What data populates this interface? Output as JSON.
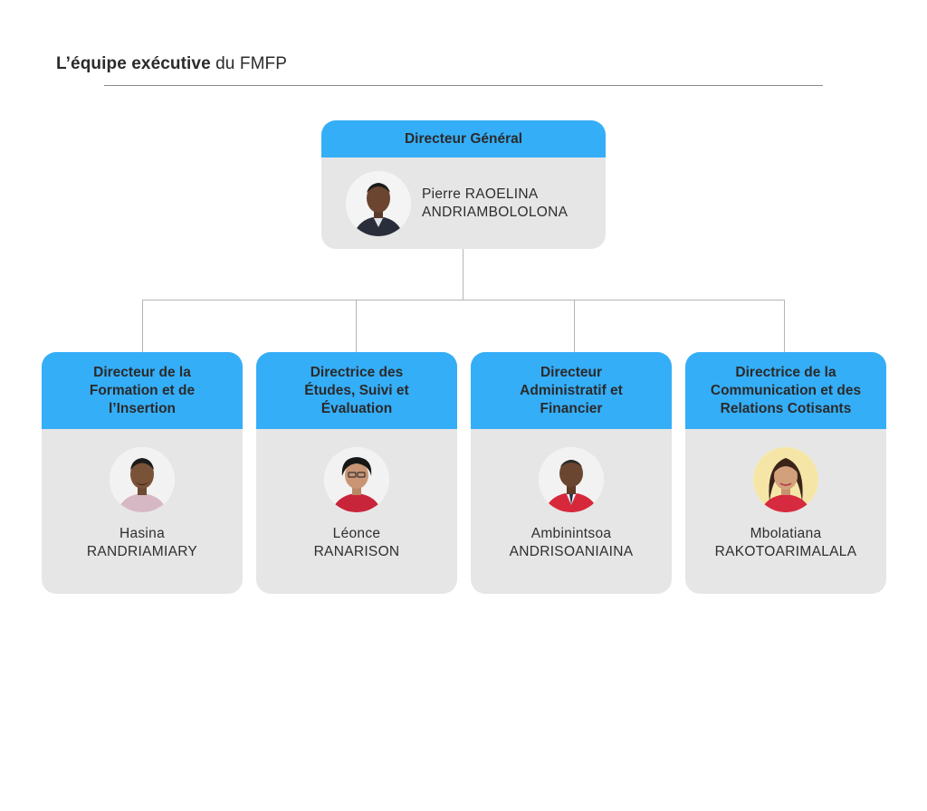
{
  "header": {
    "title_bold": "L’équipe exécutive",
    "title_rest": " du FMFP"
  },
  "director_general": {
    "role": "Directeur Général",
    "name_line1": "Pierre RAOELINA",
    "name_line2": "ANDRIAMBOLOLONA",
    "avatar_icon": "person-photo-icon"
  },
  "directors": [
    {
      "role_lines": [
        "Directeur de la",
        "Formation et de",
        "l’Insertion"
      ],
      "name_line1": "Hasina",
      "name_line2": "RANDRIAMIARY",
      "avatar_icon": "person-photo-icon"
    },
    {
      "role_lines": [
        "Directrice des",
        "Études, Suivi et",
        "Évaluation"
      ],
      "name_line1": "Léonce",
      "name_line2": "RANARISON",
      "avatar_icon": "person-photo-icon"
    },
    {
      "role_lines": [
        "Directeur",
        "Administratif et",
        "Financier"
      ],
      "name_line1": "Ambinintsoa",
      "name_line2": "ANDRISOANIAINA",
      "avatar_icon": "person-photo-icon"
    },
    {
      "role_lines": [
        "Directrice de la",
        "Communication et des",
        "Relations Cotisants"
      ],
      "name_line1": "Mbolatiana",
      "name_line2": "RAKOTOARIMALALA",
      "avatar_icon": "person-photo-icon"
    }
  ],
  "colors": {
    "header_blue": "#35aef8",
    "card_grey": "#e6e6e6",
    "connector_grey": "#b5b5b5"
  }
}
